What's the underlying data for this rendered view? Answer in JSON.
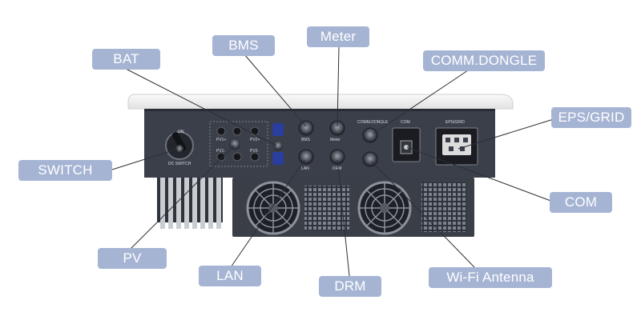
{
  "callouts": {
    "bat": "BAT",
    "bms": "BMS",
    "meter": "Meter",
    "comm_dongle": "COMM.DONGLE",
    "eps_grid": "EPS/GRID",
    "switch": "SWITCH",
    "com": "COM",
    "pv": "PV",
    "lan": "LAN",
    "drm": "DRM",
    "wifi_antenna": "Wi-Fi Antenna"
  },
  "device_labels": {
    "on": "ON",
    "dc_switch": "DC SWITCH",
    "bms": "BMS",
    "meter": "Meter",
    "lan": "LAN",
    "drm": "DRM",
    "comm_dongle": "COMM.DONGLE",
    "com": "COM",
    "eps_grid": "EPS/GRID",
    "pv1_pos": "PV1+",
    "pv1_neg": "PV1-",
    "pv2_pos": "PV2+",
    "pv2_neg": "PV2-"
  },
  "colors": {
    "callout_bg": "#a6b4d4",
    "callout_text": "#ffffff",
    "leader_line": "#2b2f36",
    "body": "#3b3f4a",
    "lid": "#f2f2f2"
  }
}
